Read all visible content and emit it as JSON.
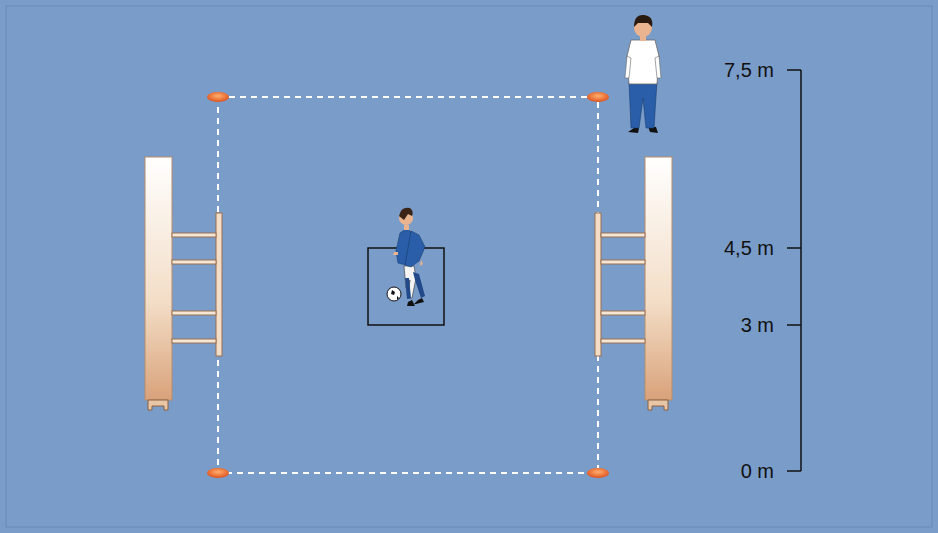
{
  "diagram": {
    "labels": [
      "7,5 m",
      "4,5 m",
      "3 m",
      "0 m"
    ]
  }
}
